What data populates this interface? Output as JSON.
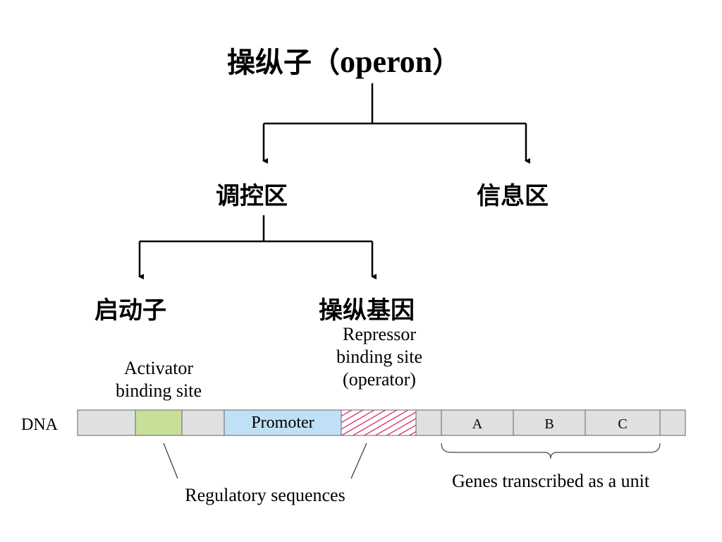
{
  "title": {
    "cn": "操纵子（",
    "en": "operon",
    "close": "）"
  },
  "tree": {
    "level1": {
      "left": "调控区",
      "right": "信息区"
    },
    "level2": {
      "left": "启动子",
      "right": "操纵基因"
    }
  },
  "dna": {
    "label": "DNA",
    "activator": {
      "line1": "Activator",
      "line2": "binding site"
    },
    "repressor": {
      "line1": "Repressor",
      "line2": "binding site",
      "line3": "(operator)"
    },
    "promoter": "Promoter",
    "genes": [
      "A",
      "B",
      "C"
    ],
    "genes_caption": "Genes transcribed as a unit",
    "regulatory_caption": "Regulatory sequences",
    "colors": {
      "strand": "#e0e0e0",
      "activator": "#c6e09a",
      "promoter": "#bfe0f5",
      "operator_hatch": "#d8195e"
    }
  }
}
